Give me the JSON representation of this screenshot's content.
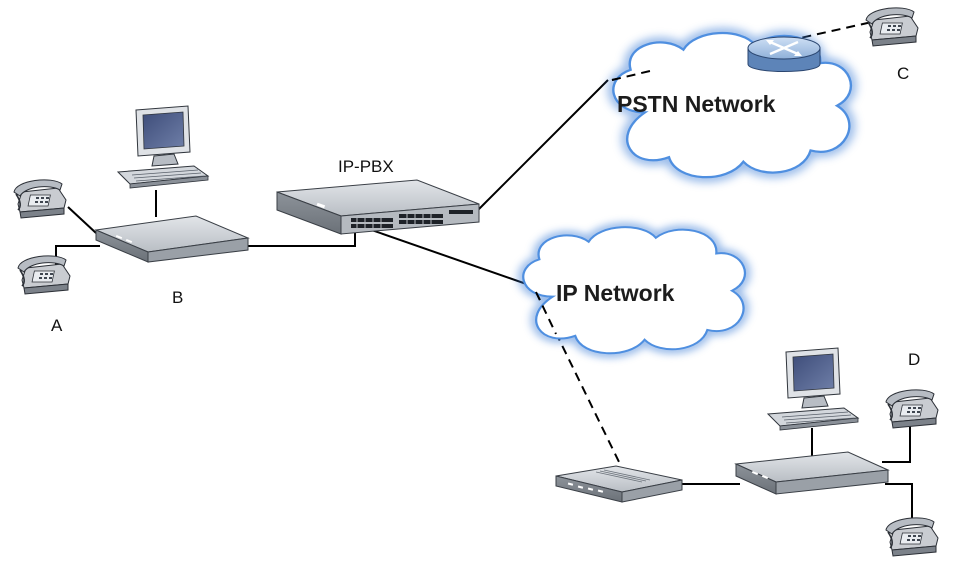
{
  "labels": {
    "ip_pbx": "IP-PBX",
    "pstn_network": "PSTN Network",
    "ip_network": "IP Network",
    "a": "A",
    "b": "B",
    "c": "C",
    "d": "D"
  },
  "icons": {
    "phone": "telephone-icon",
    "computer": "computer-icon",
    "router": "router-icon",
    "switch": "network-switch-icon",
    "pbx": "ip-pbx-icon",
    "modem": "broadband-modem-icon",
    "cloud": "network-cloud-icon"
  },
  "colors": {
    "cloud_outline": "#3a7bd5",
    "cloud_fill": "#ffffff",
    "device_gray": "#9ea4ab",
    "line": "#000000"
  }
}
